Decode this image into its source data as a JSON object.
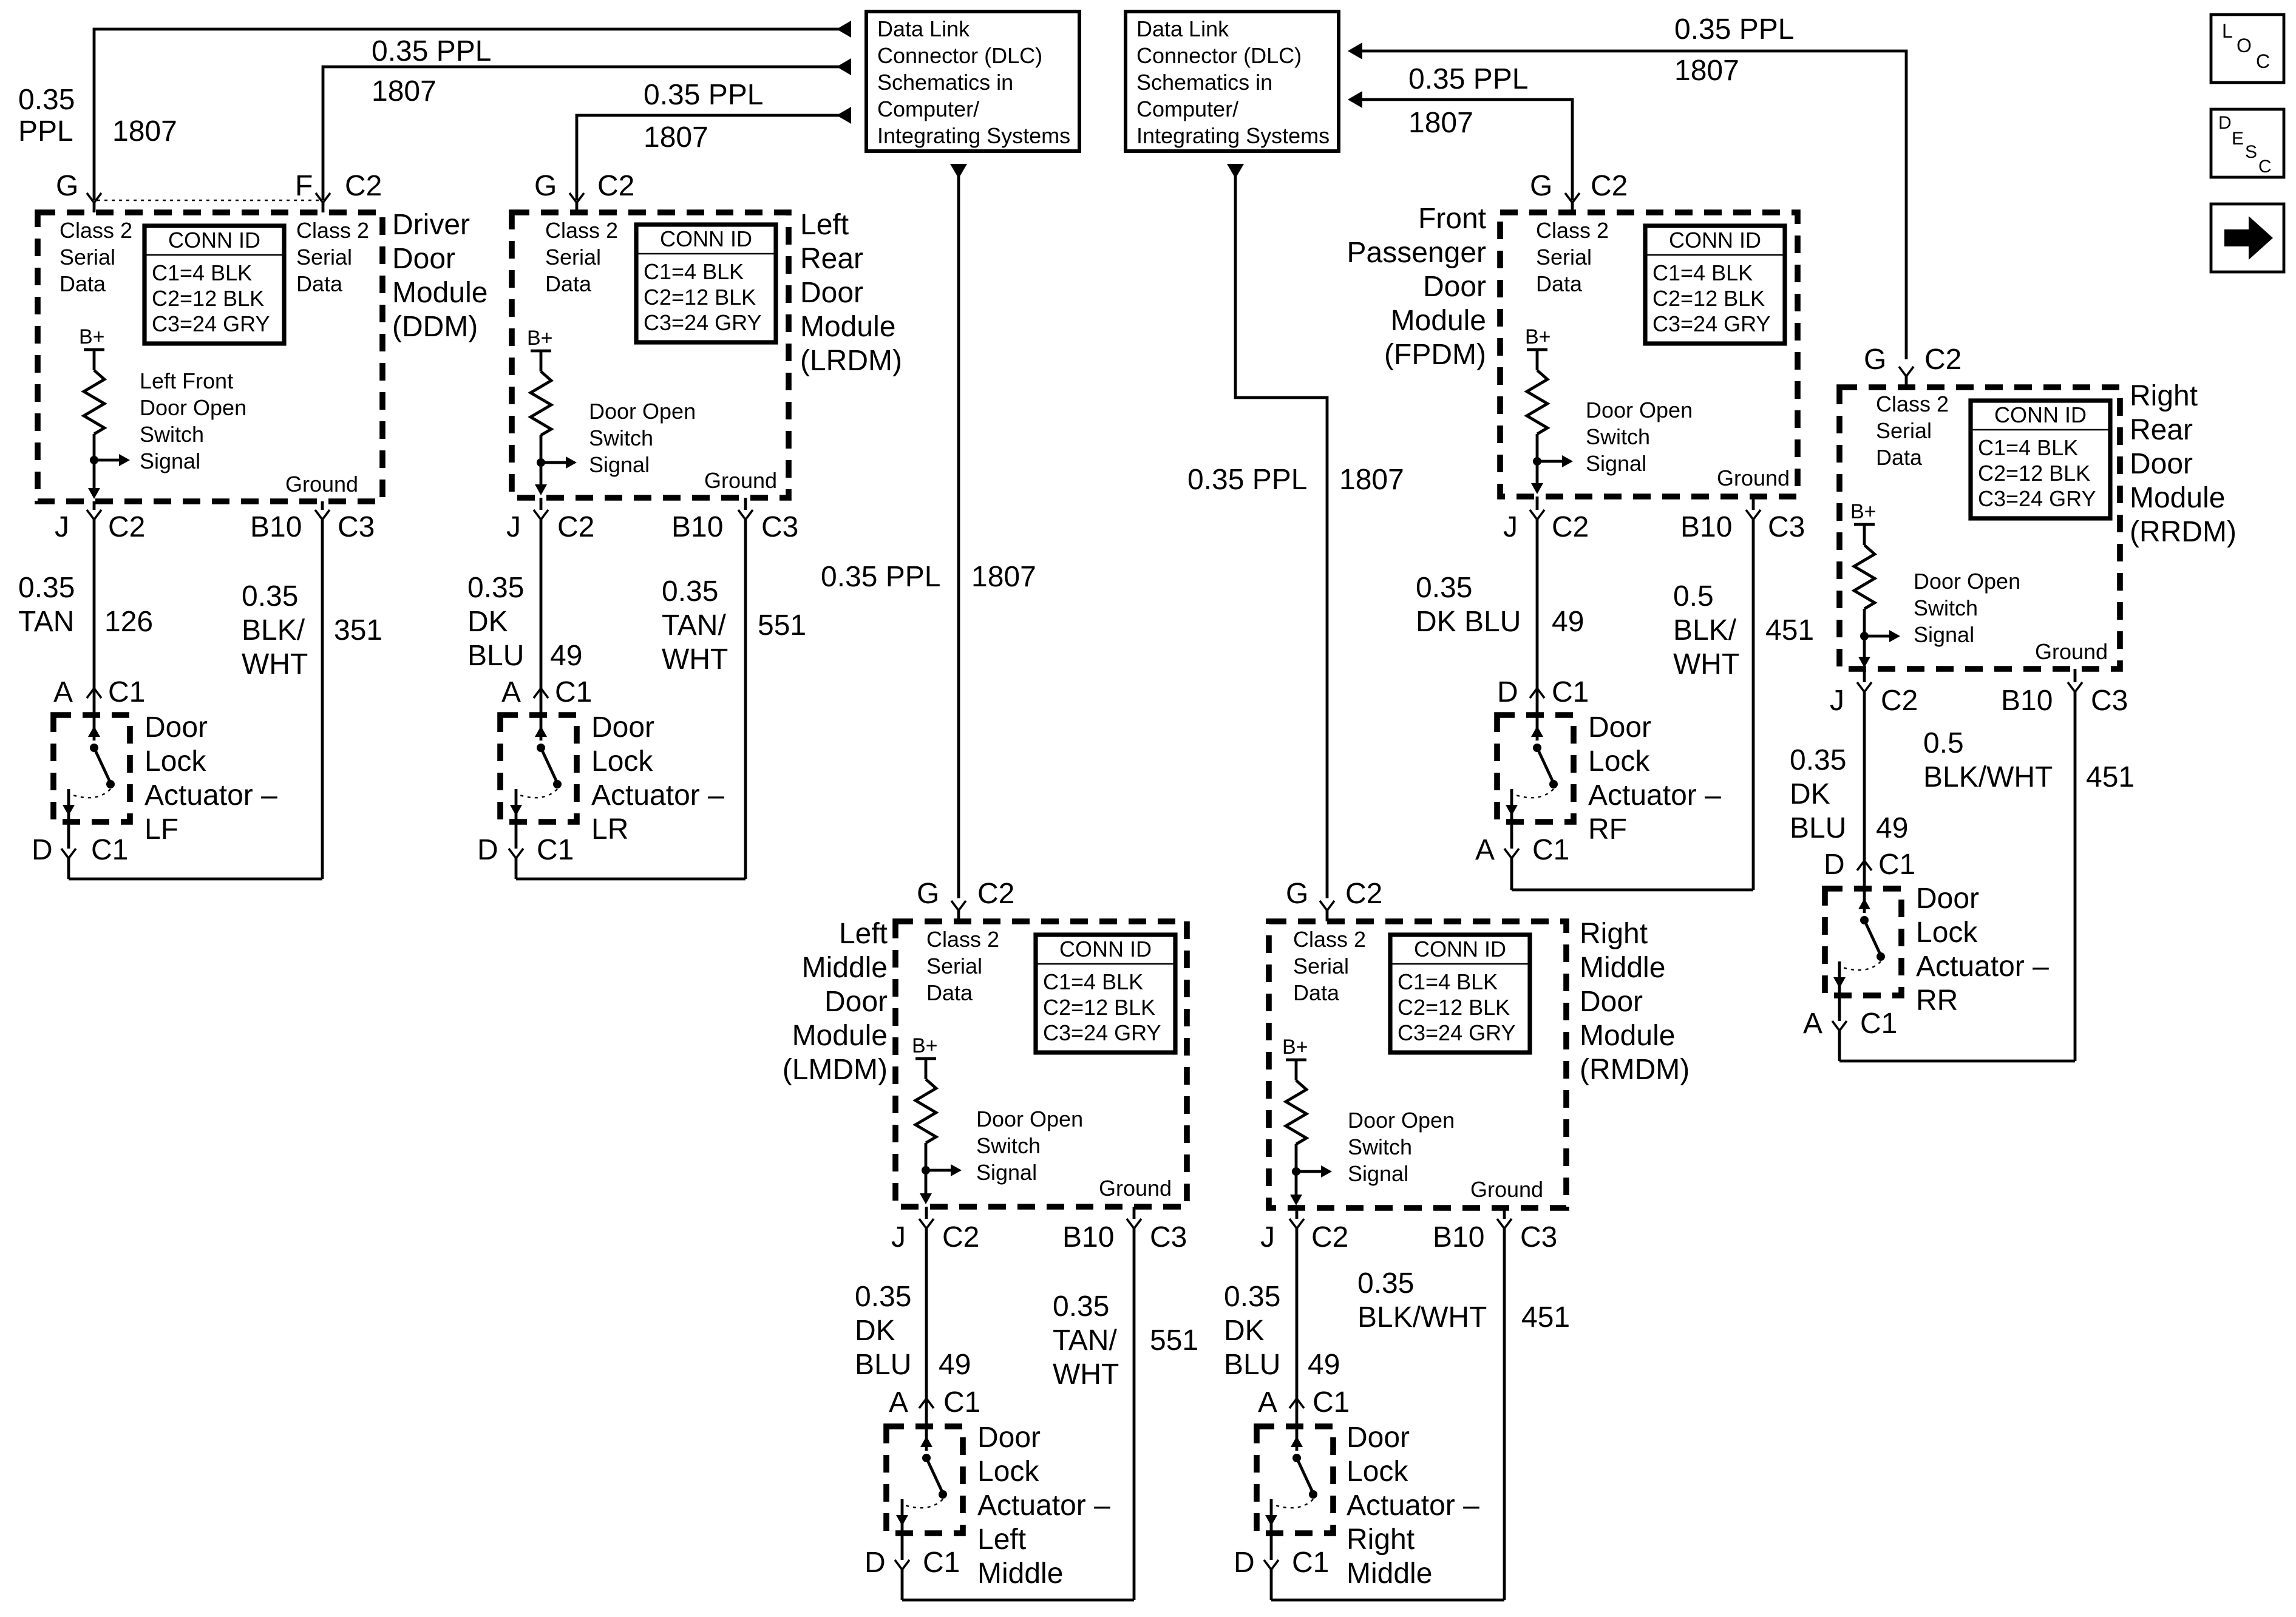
{
  "dlc": {
    "left": [
      "Data Link",
      "Connector (DLC)",
      "Schematics in",
      "Computer/",
      "Integrating Systems"
    ],
    "right": [
      "Data Link",
      "Connector (DLC)",
      "Schematics in",
      "Computer/",
      "Integrating Systems"
    ]
  },
  "nav": {
    "loc": "LOC",
    "desc": "DESC",
    "next": "next-page-arrow"
  },
  "wires": {
    "ppl_size": "0.35 PPL",
    "ppl_035": "0.35",
    "ppl": "PPL",
    "circuit_1807": "1807"
  },
  "conn": {
    "title": "CONN ID",
    "c1": "C1=4 BLK",
    "c2": "C2=12 BLK",
    "c3": "C3=24 GRY"
  },
  "module_common": {
    "class2": [
      "Class 2",
      "Serial",
      "Data"
    ],
    "bplus": "B+",
    "switch": [
      "Door Open",
      "Switch",
      "Signal"
    ],
    "ground": "Ground"
  },
  "ddm": {
    "name": [
      "Driver",
      "Door",
      "Module",
      "(DDM)"
    ],
    "switch": [
      "Left Front",
      "Door Open",
      "Switch",
      "Signal"
    ],
    "pins": {
      "g": "G",
      "f": "F",
      "c2": "C2",
      "j": "J",
      "b10": "B10",
      "c3": "C3"
    },
    "sig_wire": [
      "0.35",
      "TAN",
      "126"
    ],
    "gnd_wire": [
      "0.35",
      "BLK/",
      "WHT",
      "351"
    ],
    "actuator": [
      "Door",
      "Lock",
      "Actuator –",
      "LF"
    ],
    "act_pins": {
      "top": "A",
      "bottom": "D",
      "c1": "C1"
    }
  },
  "lrdm": {
    "name": [
      "Left",
      "Rear",
      "Door",
      "Module",
      "(LRDM)"
    ],
    "pins": {
      "g": "G",
      "c2": "C2",
      "j": "J",
      "b10": "B10",
      "c3": "C3"
    },
    "sig_wire": [
      "0.35",
      "DK",
      "BLU",
      "49"
    ],
    "gnd_wire": [
      "0.35",
      "TAN/",
      "WHT",
      "551"
    ],
    "actuator": [
      "Door",
      "Lock",
      "Actuator –",
      "LR"
    ],
    "act_pins": {
      "top": "A",
      "bottom": "D",
      "c1": "C1"
    }
  },
  "fpdm": {
    "name": [
      "Front",
      "Passenger",
      "Door",
      "Module",
      "(FPDM)"
    ],
    "pins": {
      "g": "G",
      "c2": "C2",
      "j": "J",
      "b10": "B10",
      "c3": "C3"
    },
    "sig_wire": [
      "0.35",
      "DK BLU",
      "49"
    ],
    "gnd_wire": [
      "0.5",
      "BLK/",
      "WHT",
      "451"
    ],
    "actuator": [
      "Door",
      "Lock",
      "Actuator –",
      "RF"
    ],
    "act_pins": {
      "top": "D",
      "bottom": "A",
      "c1": "C1"
    }
  },
  "rrdm": {
    "name": [
      "Right",
      "Rear",
      "Door",
      "Module",
      "(RRDM)"
    ],
    "pins": {
      "g": "G",
      "c2": "C2",
      "j": "J",
      "b10": "B10",
      "c3": "C3"
    },
    "sig_wire": [
      "0.35",
      "DK",
      "BLU",
      "49"
    ],
    "gnd_wire": [
      "0.5",
      "BLK/WHT",
      "451"
    ],
    "actuator": [
      "Door",
      "Lock",
      "Actuator –",
      "RR"
    ],
    "act_pins": {
      "top": "D",
      "bottom": "A",
      "c1": "C1"
    }
  },
  "lmdm": {
    "name": [
      "Left",
      "Middle",
      "Door",
      "Module",
      "(LMDM)"
    ],
    "pins": {
      "g": "G",
      "c2": "C2",
      "j": "J",
      "b10": "B10",
      "c3": "C3"
    },
    "sig_wire": [
      "0.35",
      "DK",
      "BLU",
      "49"
    ],
    "gnd_wire": [
      "0.35",
      "TAN/",
      "WHT",
      "551"
    ],
    "actuator": [
      "Door",
      "Lock",
      "Actuator –",
      "Left",
      "Middle"
    ],
    "act_pins": {
      "top": "A",
      "bottom": "D",
      "c1": "C1"
    }
  },
  "rmdm": {
    "name": [
      "Right",
      "Middle",
      "Door",
      "Module",
      "(RMDM)"
    ],
    "pins": {
      "g": "G",
      "c2": "C2",
      "j": "J",
      "b10": "B10",
      "c3": "C3"
    },
    "sig_wire": [
      "0.35",
      "DK",
      "BLU",
      "49"
    ],
    "gnd_wire": [
      "0.35",
      "BLK/WHT",
      "451"
    ],
    "actuator": [
      "Door",
      "Lock",
      "Actuator –",
      "Right",
      "Middle"
    ],
    "act_pins": {
      "top": "A",
      "bottom": "D",
      "c1": "C1"
    }
  }
}
